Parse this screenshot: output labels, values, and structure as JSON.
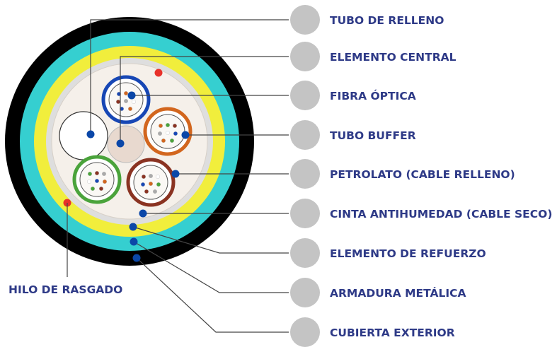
{
  "labels": [
    "TUBO DE RELLENO",
    "ELEMENTO CENTRAL",
    "FIBRA ÓPTICA",
    "TUBO BUFFER",
    "PETROLATO (CABLE RELLENO)",
    "CINTA ANTIHUMEDAD (CABLE SECO)",
    "ELEMENTO DE REFUERZO",
    "ARMADURA METÁLICA",
    "CUBIERTA EXTERIOR"
  ],
  "left_label": "HILO DE RASGADO",
  "colors": {
    "text": "#2e3a87",
    "label_circle": "#c4c4c4",
    "outer_jacket": "#000000",
    "armor": "#35cfd0",
    "strength_layer": "#f1ee3c",
    "tape": "#dedede",
    "core_fill": "#f5f0ea",
    "central_element": "#e8d9cf",
    "pointer_dot": "#0b47a8",
    "ripcord_dot": "#e8312a",
    "leader_line": "#444444"
  },
  "buffer_tubes": [
    {
      "name": "blue",
      "color": "#1747b5"
    },
    {
      "name": "orange",
      "color": "#d2661e"
    },
    {
      "name": "green",
      "color": "#4aa33b"
    },
    {
      "name": "brown",
      "color": "#8a3322"
    }
  ],
  "fiber_colors": [
    "#1747b5",
    "#d2661e",
    "#4aa33b",
    "#8a3322",
    "#aaaaaa",
    "#ffffff"
  ]
}
